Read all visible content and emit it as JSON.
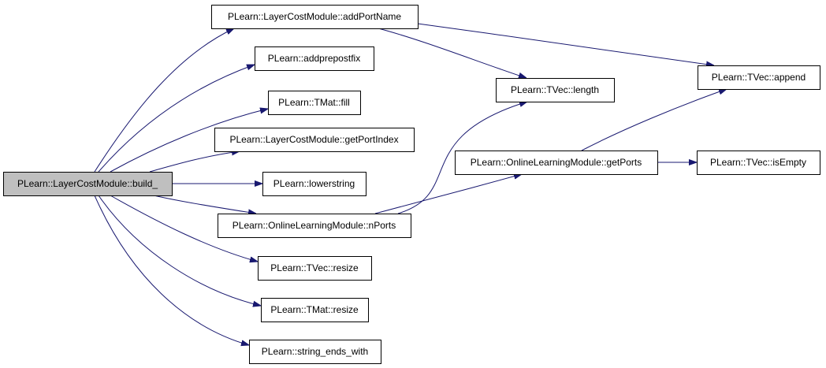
{
  "colors": {
    "edge": "#191970",
    "node_fill": "#ffffff",
    "root_fill": "#bfbfbf",
    "node_border": "#000000"
  },
  "nodes": [
    {
      "id": "build",
      "label": "PLearn::LayerCostModule::build_",
      "root": true
    },
    {
      "id": "addPortName",
      "label": "PLearn::LayerCostModule::addPortName"
    },
    {
      "id": "addprepostfix",
      "label": "PLearn::addprepostfix"
    },
    {
      "id": "tmat_fill",
      "label": "PLearn::TMat::fill"
    },
    {
      "id": "getPortIndex",
      "label": "PLearn::LayerCostModule::getPortIndex"
    },
    {
      "id": "lowerstring",
      "label": "PLearn::lowerstring"
    },
    {
      "id": "nPorts",
      "label": "PLearn::OnlineLearningModule::nPorts"
    },
    {
      "id": "tvec_resize",
      "label": "PLearn::TVec::resize"
    },
    {
      "id": "tmat_resize",
      "label": "PLearn::TMat::resize"
    },
    {
      "id": "string_ends_with",
      "label": "PLearn::string_ends_with"
    },
    {
      "id": "tvec_length",
      "label": "PLearn::TVec::length"
    },
    {
      "id": "getPorts",
      "label": "PLearn::OnlineLearningModule::getPorts"
    },
    {
      "id": "tvec_append",
      "label": "PLearn::TVec::append"
    },
    {
      "id": "tvec_isEmpty",
      "label": "PLearn::TVec::isEmpty"
    }
  ],
  "edges": [
    {
      "from": "build",
      "to": "addPortName"
    },
    {
      "from": "build",
      "to": "addprepostfix"
    },
    {
      "from": "build",
      "to": "tmat_fill"
    },
    {
      "from": "build",
      "to": "getPortIndex"
    },
    {
      "from": "build",
      "to": "lowerstring"
    },
    {
      "from": "build",
      "to": "nPorts"
    },
    {
      "from": "build",
      "to": "tvec_resize"
    },
    {
      "from": "build",
      "to": "tmat_resize"
    },
    {
      "from": "build",
      "to": "string_ends_with"
    },
    {
      "from": "addPortName",
      "to": "tvec_length"
    },
    {
      "from": "addPortName",
      "to": "tvec_append"
    },
    {
      "from": "nPorts",
      "to": "tvec_length"
    },
    {
      "from": "nPorts",
      "to": "getPorts"
    },
    {
      "from": "getPorts",
      "to": "tvec_append"
    },
    {
      "from": "getPorts",
      "to": "tvec_isEmpty"
    }
  ]
}
